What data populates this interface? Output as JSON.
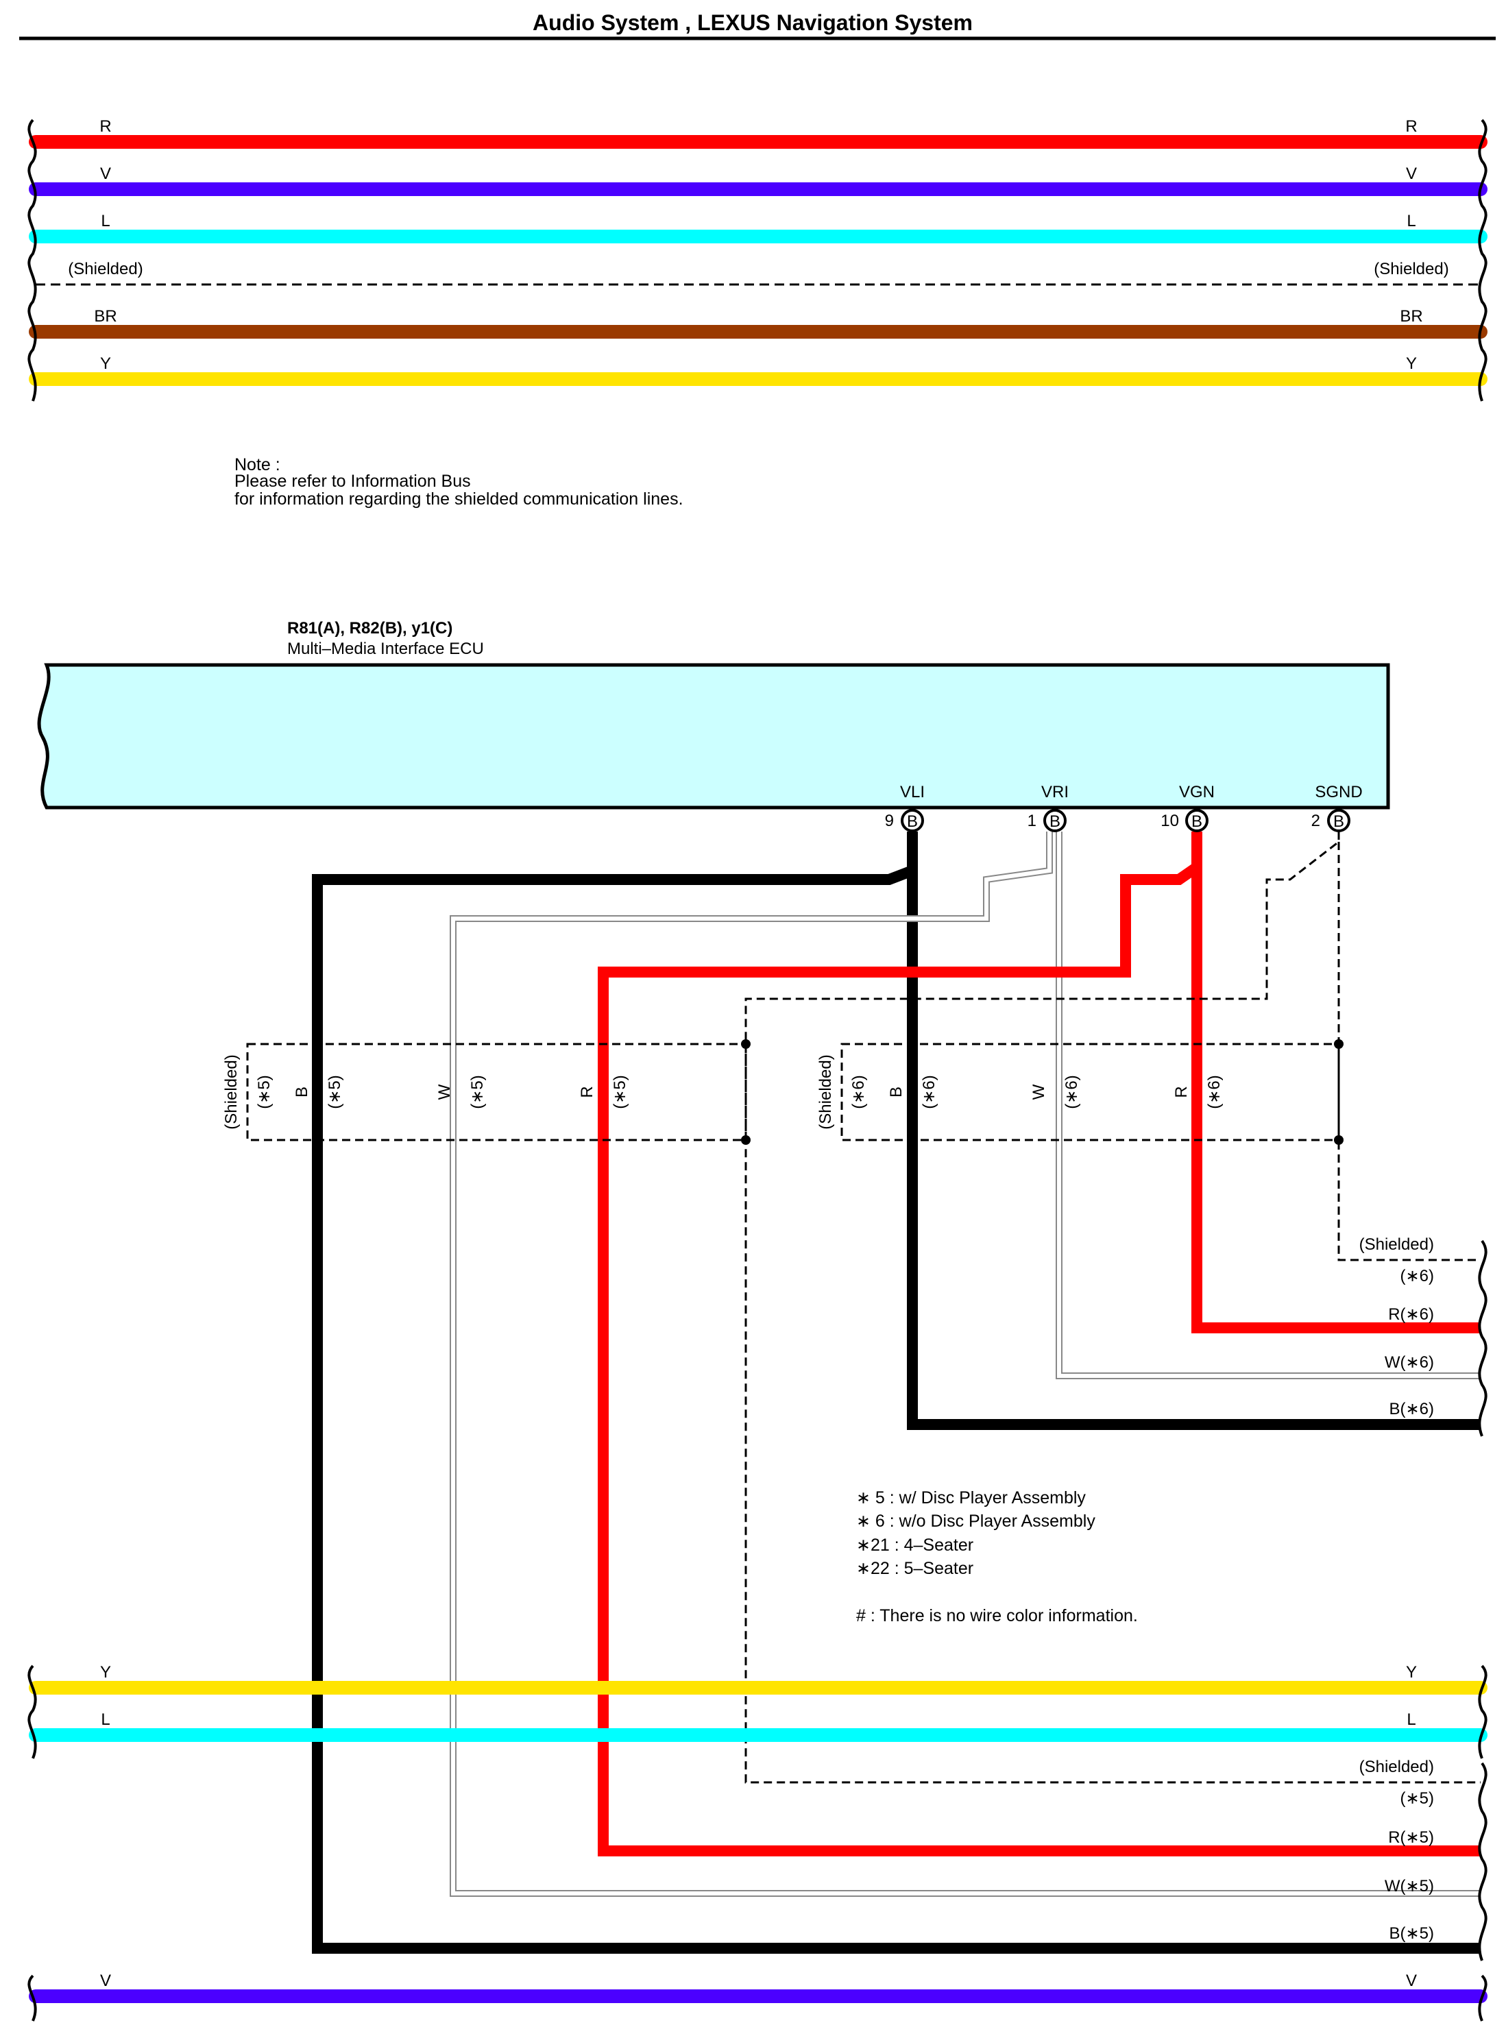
{
  "header": {
    "title": "Audio System , LEXUS Navigation System"
  },
  "colors": {
    "R": "#ff0000",
    "V": "#4b00ff",
    "L": "#00ffff",
    "BR": "#9a3a00",
    "Y": "#ffe400",
    "B": "#000000",
    "W": "#ffffff",
    "ecu_fill": "#ccffff"
  },
  "top_bus": [
    {
      "code": "R",
      "left_label": "R",
      "right_label": "R"
    },
    {
      "code": "V",
      "left_label": "V",
      "right_label": "V"
    },
    {
      "code": "L",
      "left_label": "L",
      "right_label": "L"
    },
    {
      "code": "shielded",
      "left_label": "(Shielded)",
      "right_label": "(Shielded)"
    },
    {
      "code": "BR",
      "left_label": "BR",
      "right_label": "BR"
    },
    {
      "code": "Y",
      "left_label": "Y",
      "right_label": "Y"
    }
  ],
  "note": {
    "line1": "Note :",
    "line2": "Please refer to Information Bus",
    "line3": "for information regarding the shielded communication lines."
  },
  "ecu": {
    "connectors": "R81(A), R82(B), y1(C)",
    "name": "Multi–Media Interface ECU",
    "pins": [
      {
        "name": "VLI",
        "number": "9",
        "connector": "B"
      },
      {
        "name": "VRI",
        "number": "1",
        "connector": "B"
      },
      {
        "name": "VGN",
        "number": "10",
        "connector": "B"
      },
      {
        "name": "SGND",
        "number": "2",
        "connector": "B"
      }
    ]
  },
  "shield_box_5": {
    "labels": [
      "(Shielded)",
      "(∗5)",
      "B",
      "(∗5)",
      "W",
      "(∗5)",
      "R",
      "(∗5)"
    ]
  },
  "shield_box_6": {
    "labels": [
      "(Shielded)",
      "(∗6)",
      "B",
      "(∗6)",
      "W",
      "(∗6)",
      "R",
      "(∗6)"
    ]
  },
  "outputs_6": {
    "shielded": "(Shielded)",
    "shielded_note": "(∗6)",
    "r": "R(∗6)",
    "w": "W(∗6)",
    "b": "B(∗6)"
  },
  "legend": {
    "l1": "∗ 5 : w/ Disc Player Assembly",
    "l2": "∗ 6 : w/o Disc Player Assembly",
    "l3": "∗21 : 4–Seater",
    "l4": "∗22 : 5–Seater",
    "l5": "# : There is no wire color information."
  },
  "bottom_bus": [
    {
      "code": "Y",
      "left_label": "Y",
      "right_label": "Y"
    },
    {
      "code": "L",
      "left_label": "L",
      "right_label": "L"
    }
  ],
  "outputs_5": {
    "shielded": "(Shielded)",
    "shielded_note": "(∗5)",
    "r": "R(∗5)",
    "w": "W(∗5)",
    "b": "B(∗5)"
  },
  "bottom_v": {
    "code": "V",
    "left_label": "V",
    "right_label": "V"
  }
}
